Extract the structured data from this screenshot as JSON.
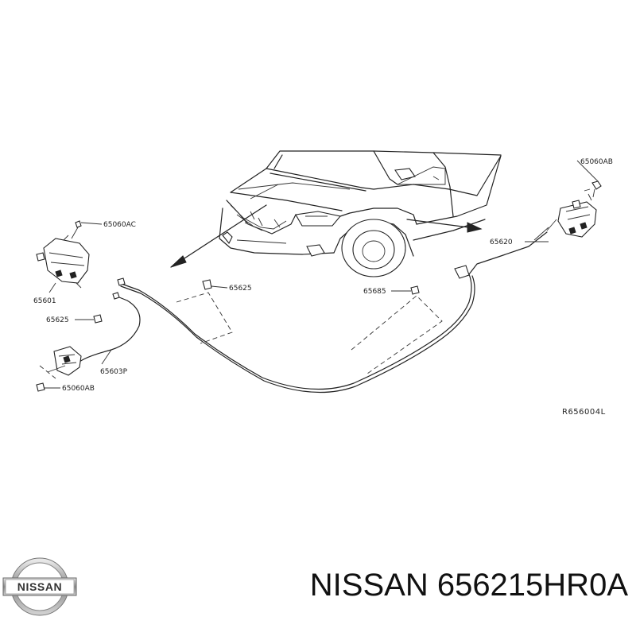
{
  "diagram": {
    "callouts": [
      "65060AB",
      "65060AC",
      "65620",
      "65625",
      "65685",
      "65601",
      "65625",
      "65603P",
      "65060AB"
    ],
    "drawing_code": "R656004L"
  },
  "brand": {
    "logo_text": "NISSAN",
    "logo_icon": "nissan-logo-icon"
  },
  "caption": {
    "text": "NISSAN 656215HR0A"
  },
  "colors": {
    "line": "#222222",
    "background": "#ffffff"
  }
}
